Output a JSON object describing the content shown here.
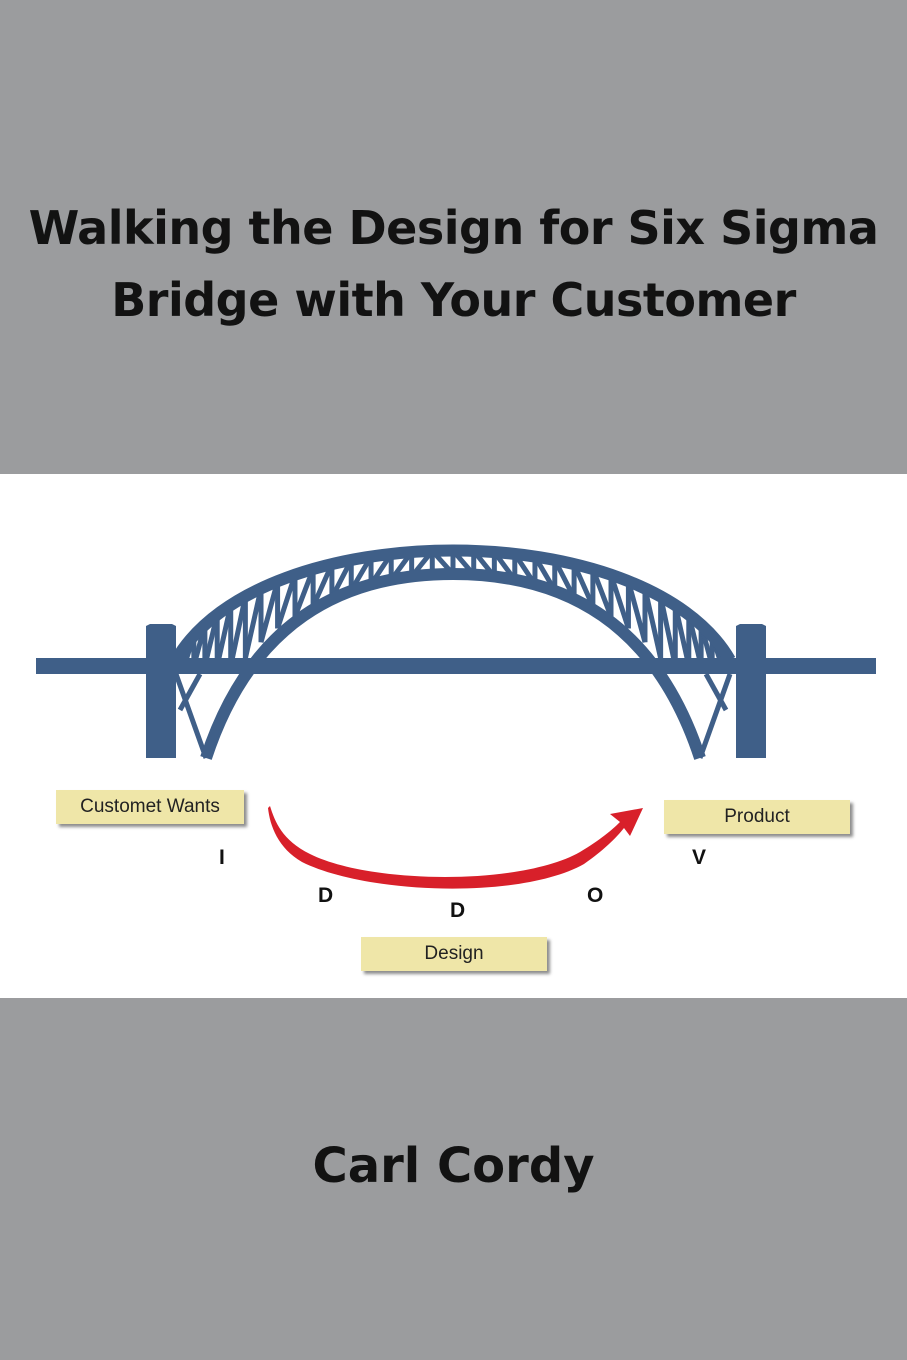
{
  "cover": {
    "title_line1": "Walking the Design for Six Sigma",
    "title_line2": "Bridge with Your Customer",
    "author": "Carl Cordy"
  },
  "diagram": {
    "wants_label": "Customet Wants",
    "product_label": "Product",
    "design_label": "Design",
    "letters": [
      "I",
      "D",
      "D",
      "O",
      "V"
    ]
  },
  "colors": {
    "band": "#9b9c9e",
    "bridge": "#3f5f88",
    "arrow": "#d8202a",
    "note": "#efe6a8"
  }
}
